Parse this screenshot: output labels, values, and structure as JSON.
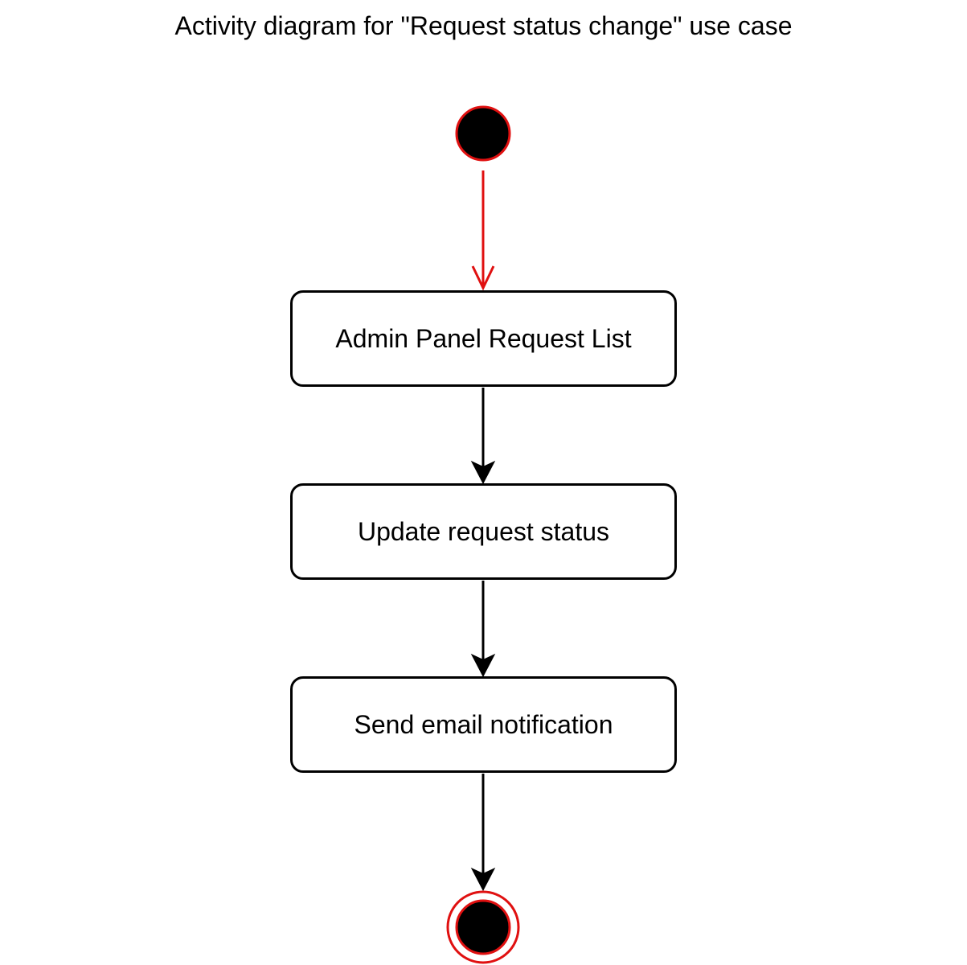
{
  "diagram": {
    "title": "Activity diagram for \"Request status change\" use case",
    "colors": {
      "initial_edge": "#e01010",
      "node_fill": "#000000",
      "node_border": "#e01010",
      "edge": "#000000"
    },
    "nodes": [
      {
        "id": "start",
        "kind": "initial-node"
      },
      {
        "id": "a1",
        "kind": "action",
        "label": "Admin Panel Request List"
      },
      {
        "id": "a2",
        "kind": "action",
        "label": "Update request status"
      },
      {
        "id": "a3",
        "kind": "action",
        "label": "Send email notification"
      },
      {
        "id": "end",
        "kind": "final-node"
      }
    ],
    "edges": [
      {
        "from": "start",
        "to": "a1",
        "style": "open-arrow"
      },
      {
        "from": "a1",
        "to": "a2",
        "style": "filled-arrow"
      },
      {
        "from": "a2",
        "to": "a3",
        "style": "filled-arrow"
      },
      {
        "from": "a3",
        "to": "end",
        "style": "filled-arrow"
      }
    ]
  }
}
